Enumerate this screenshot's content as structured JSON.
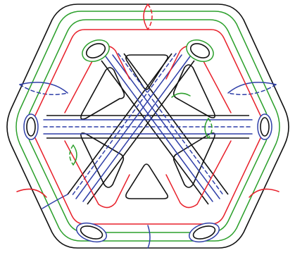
{
  "figure": {
    "colors": {
      "outline": "#111111",
      "green": "#2ca02c",
      "red": "#e8212b",
      "blue": "#2f3fa8",
      "background": "#ffffff"
    },
    "components": [
      "hexagonal-handlebody",
      "six-boundary-holes",
      "six-triangular-holes",
      "three-crossing-bands",
      "green-curves",
      "red-curves",
      "blue-curves"
    ]
  }
}
